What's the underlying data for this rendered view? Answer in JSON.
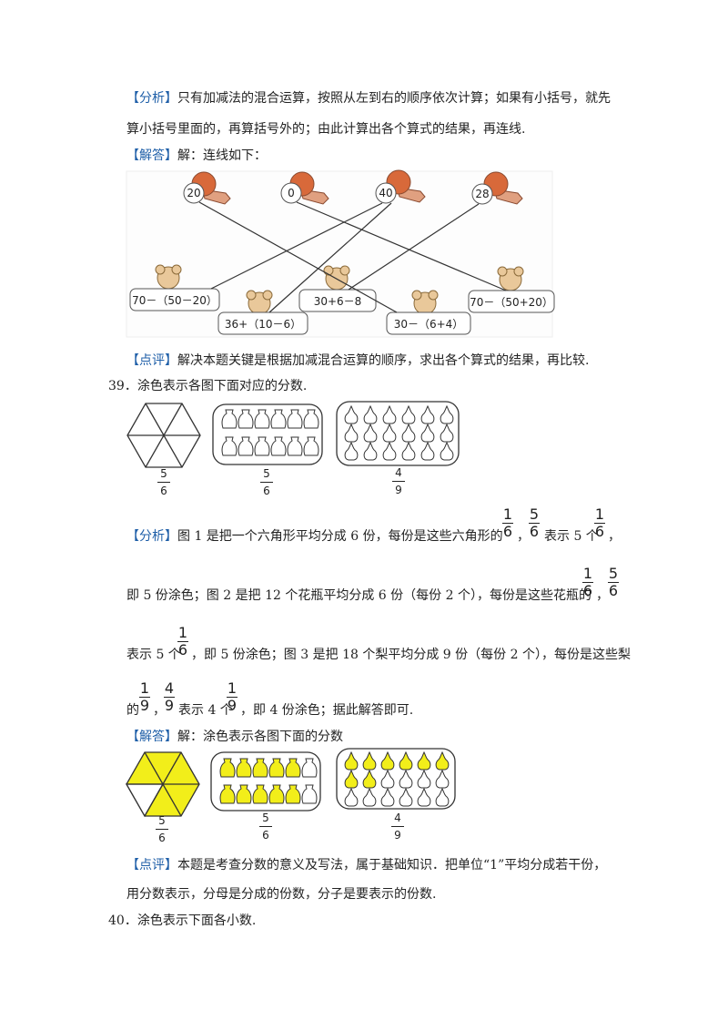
{
  "p38": {
    "analysis_tag": "【分析】",
    "analysis_line1": "只有加减法的混合运算，按照从左到右的顺序依次计算；如果有小括号，就先",
    "analysis_line2": "算小括号里面的，再算括号外的；由此计算出各个算式的结果，再连线.",
    "answer_tag": "【解答】",
    "answer_text": "解：连线如下：",
    "top_numbers": [
      "20",
      "0",
      "40",
      "28"
    ],
    "expressions": [
      "70－（50－20）",
      "36+（10－6）",
      "30+6－8",
      "30－（6+4）",
      "70－（50+20）"
    ],
    "comment_tag": "【点评】",
    "comment_text": "解决本题关键是根据加减混合运算的顺序，求出各个算式的结果，再比较."
  },
  "p39": {
    "question": "39．涂色表示各图下面对应的分数.",
    "fractions": [
      {
        "n": "5",
        "d": "6"
      },
      {
        "n": "5",
        "d": "6"
      },
      {
        "n": "4",
        "d": "9"
      }
    ],
    "analysis_tag": "【分析】",
    "a1": "图 1 是把一个六角形平均分成 6 份，每份是这些六角形的",
    "a1b": "，",
    "a1c": "表示 5 个",
    "a1d": "，",
    "a2": "即 5 份涂色；图 2 是把 12 个花瓶平均分成 6 份（每份 2 个），每份是这些花瓶的",
    "a2b": "，",
    "a3": "表示 5 个",
    "a3b": "，即 5 份涂色；图 3 是把 18 个梨平均分成 9 份（每份 2 个），每份是这些梨",
    "a4": "的",
    "a4b": "，",
    "a4c": "表示 4 个",
    "a4d": "，即 4 份涂色；据此解答即可.",
    "inline_fracs": {
      "one_sixth": {
        "n": "1",
        "d": "6"
      },
      "five_sixths": {
        "n": "5",
        "d": "6"
      },
      "one_ninth": {
        "n": "1",
        "d": "9"
      },
      "four_ninths": {
        "n": "4",
        "d": "9"
      }
    },
    "answer_tag": "【解答】",
    "answer_text": "解：涂色表示各图下面的分数",
    "comment_tag": "【点评】",
    "comment1": "本题是考查分数的意义及写法，属于基础知识．把单位“1”平均分成若干份，",
    "comment2": "用分数表示，分母是分成的份数，分子是要表示的份数.",
    "fill_color": "#f2ee1a"
  },
  "p40": {
    "question": "40．涂色表示下面各小数."
  }
}
